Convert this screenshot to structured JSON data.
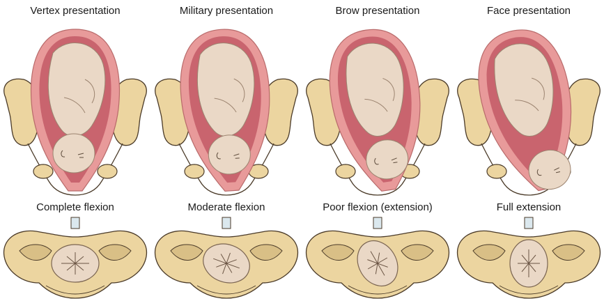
{
  "panels": [
    {
      "presentation": "Vertex presentation",
      "flexion": "Complete flexion"
    },
    {
      "presentation": "Military presentation",
      "flexion": "Moderate flexion"
    },
    {
      "presentation": "Brow presentation",
      "flexion": "Poor flexion (extension)"
    },
    {
      "presentation": "Face presentation",
      "flexion": "Full extension"
    }
  ],
  "colors": {
    "pelvis_bone": "#ecd5a0",
    "pelvis_outline": "#4a3a28",
    "uterus_wall": "#e89a9a",
    "uterus_inner": "#c9646e",
    "fetus_skin": "#ead8c6",
    "fetus_shadow": "#cdb6a0"
  }
}
